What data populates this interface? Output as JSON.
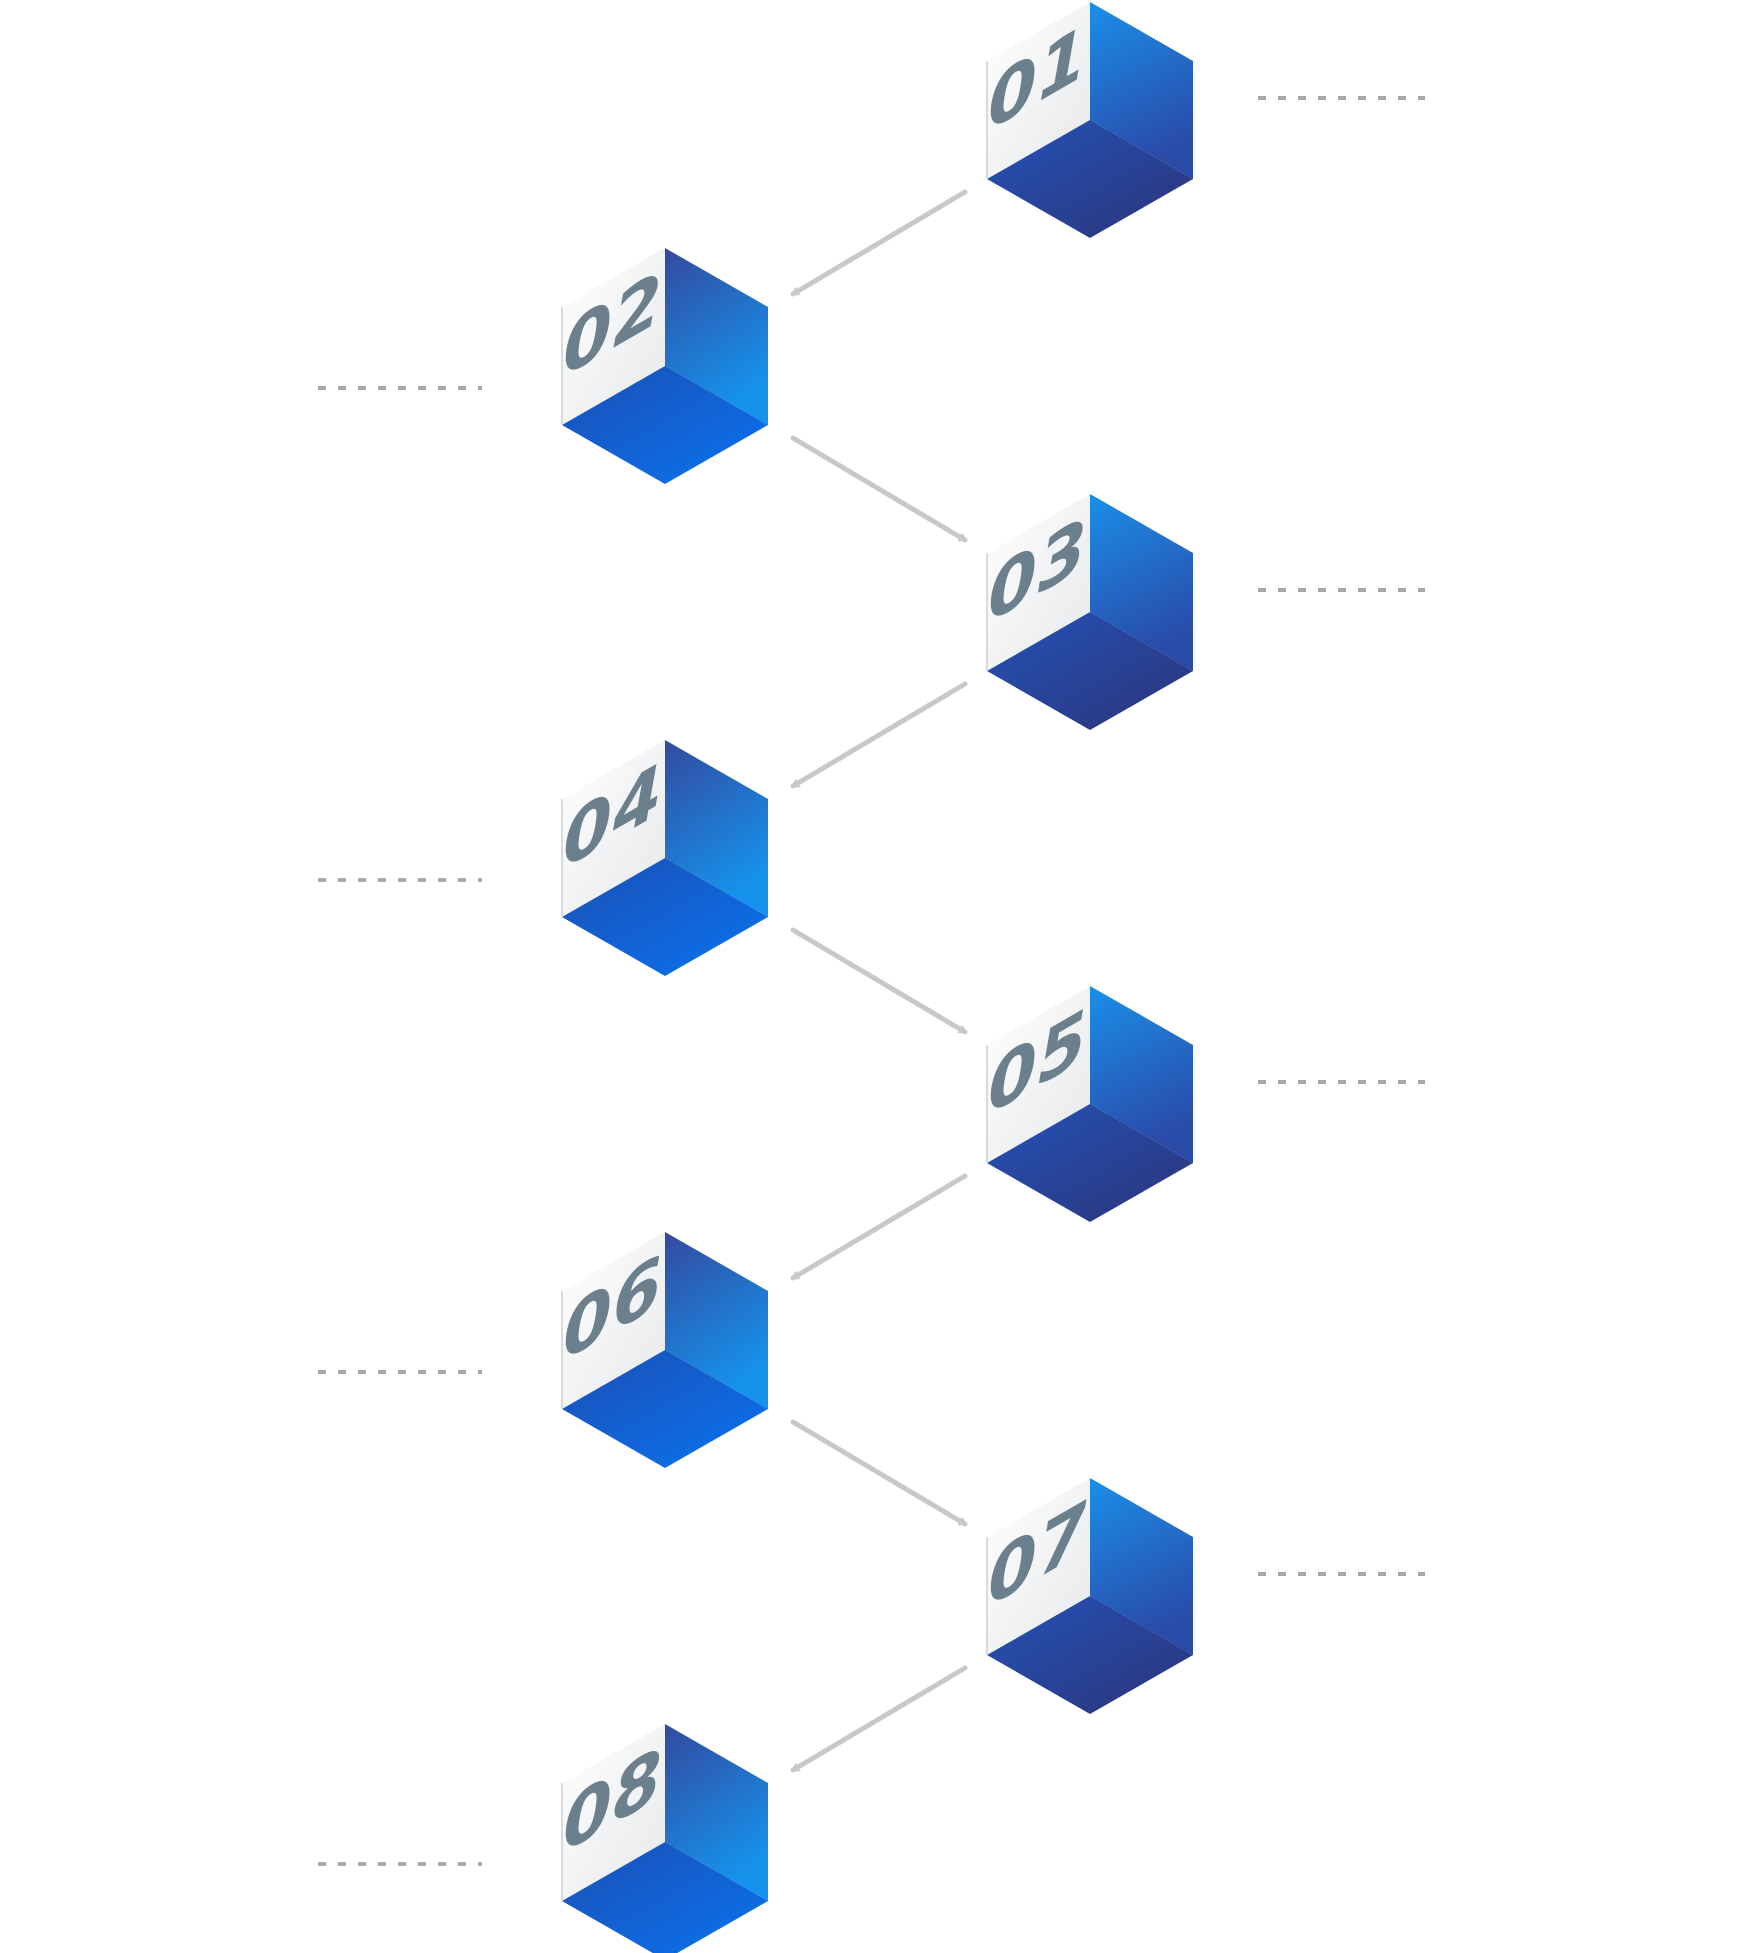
{
  "diagram": {
    "type": "zigzag-step-flow",
    "steps": [
      {
        "number": "01",
        "side": "right"
      },
      {
        "number": "02",
        "side": "left"
      },
      {
        "number": "03",
        "side": "right"
      },
      {
        "number": "04",
        "side": "left"
      },
      {
        "number": "05",
        "side": "right"
      },
      {
        "number": "06",
        "side": "left"
      },
      {
        "number": "07",
        "side": "right"
      },
      {
        "number": "08",
        "side": "left"
      }
    ],
    "connector": "arrow",
    "placeholder_line": "dashed"
  },
  "colors": {
    "background": "#ffffff",
    "top_face": "#f2f2f2",
    "number_text": "#6b7f8d",
    "arrow": "#c8c8c8",
    "dash": "#a8a8a8",
    "dark_blue": "#2e3d8c",
    "mid_blue": "#1e63d0",
    "bright_blue": "#1a8fe8"
  }
}
